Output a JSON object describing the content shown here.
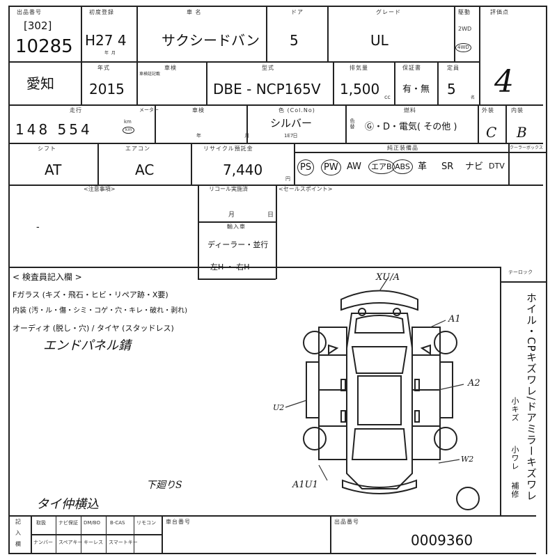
{
  "header": {
    "venue_label": "出品番号",
    "lot_code": "[302]",
    "lot_number": "10285",
    "reg_label": "初度登録",
    "reg_value": "H27 4",
    "reg_sub": "年 月",
    "car_label": "車 名",
    "car_name": "サクシードバン",
    "door_label": "ドア",
    "door_value": "5",
    "grade_label": "グレード",
    "grade_value": "UL",
    "drive_label": "駆動",
    "drive_2wd": "2WD",
    "drive_4wd": "4WD",
    "score_label": "評価点",
    "score_value": "4"
  },
  "row2": {
    "location": "愛知",
    "year_label": "年式",
    "year_value": "2015",
    "shaken_label": "車検",
    "shaken_sub": "車検証記載",
    "model_label": "型式",
    "model_value": "DBE - NCP165V",
    "cc_label": "排気量",
    "cc_value": "1,500",
    "cc_unit": "cc",
    "recycle_cert_label": "保証書",
    "recycle_cert_value": "有・無",
    "capacity_label": "定員",
    "capacity_value": "5",
    "capacity_unit": "名"
  },
  "row3": {
    "mileage_label": "走行",
    "mileage_value": "148 554",
    "mileage_unit": "km",
    "mileage_km_mark": "km",
    "mileage_sub": "メーター",
    "inspection_label": "車検",
    "inspection_sub": "年 月 日",
    "color_label": "色 (Col.No)",
    "color_value": "シルバー",
    "color_code": "1E7",
    "color_change_label": "色替",
    "fuel_label": "燃料",
    "fuel_value": "Ⓖ・D・電気(  その他  )",
    "exterior_label": "外装",
    "exterior_value": "C",
    "interior_label": "内装",
    "interior_value": "B"
  },
  "row4": {
    "shift_label": "シフト",
    "shift_value": "AT",
    "ac_label": "エアコン",
    "ac_value": "AC",
    "recycle_label": "リサイクル預託金",
    "recycle_value": "7,440",
    "recycle_unit": "円",
    "equipment_label": "純正装備品",
    "equipment": [
      "PS",
      "PW",
      "AW",
      "エアB",
      "ABS",
      "革",
      "SR",
      "ナビ",
      "DTV"
    ],
    "equipment_circled": [
      true,
      true,
      false,
      true,
      true,
      false,
      false,
      false,
      false
    ],
    "cooler_label": "クーラーボックス"
  },
  "notes": {
    "caution_label": "<注意事項>",
    "caution_value": "-",
    "recall_label": "リコール実施済",
    "recall_month": "月",
    "recall_day": "日",
    "owner_label": "輸入車",
    "dealer_value": "ディーラー・並行",
    "handle_value": "左H ・ 右H",
    "sales_point_label": "<セールスポイント>"
  },
  "inspector": {
    "heading": "< 検査員記入欄 >",
    "glass_line": "Fガラス (キズ・飛石・ヒビ・リペア跡・X要)",
    "interior_line": "内装 (汚・ル・傷・シミ・コゲ・穴・キレ・破れ・剥れ)",
    "audio_line": "オーディオ (脱し・穴) / タイヤ (スタッドレス)",
    "hand_note_1": "エンドパネル錆",
    "hand_note_2": "下廻りS",
    "hand_note_3": "タイ仲横込",
    "marks": {
      "front": "XU/A",
      "a1_top": "A1",
      "a2": "A2",
      "u2_left": "U2",
      "w2": "W2",
      "a1u1": "A1U1"
    },
    "side_heading": "テーロック",
    "side_text": "ホイル・CPキズワレ/ドアミラーキズワレ",
    "side_small_1": "小キズ",
    "side_small_2": "小ワレ",
    "side_small_3": "補修"
  },
  "footer": {
    "labels_top": [
      "取扱",
      "ナビ保証",
      "DM/BO",
      "B-CAS",
      "リモコン"
    ],
    "labels_bottom": [
      "ナンバー",
      "スペアキー",
      "キーレス",
      "スマートキー"
    ],
    "side_labels": [
      "記",
      "入",
      "欄"
    ],
    "chassis_label": "車台番号",
    "serial_label": "出品番号",
    "serial_value": "0009360"
  }
}
